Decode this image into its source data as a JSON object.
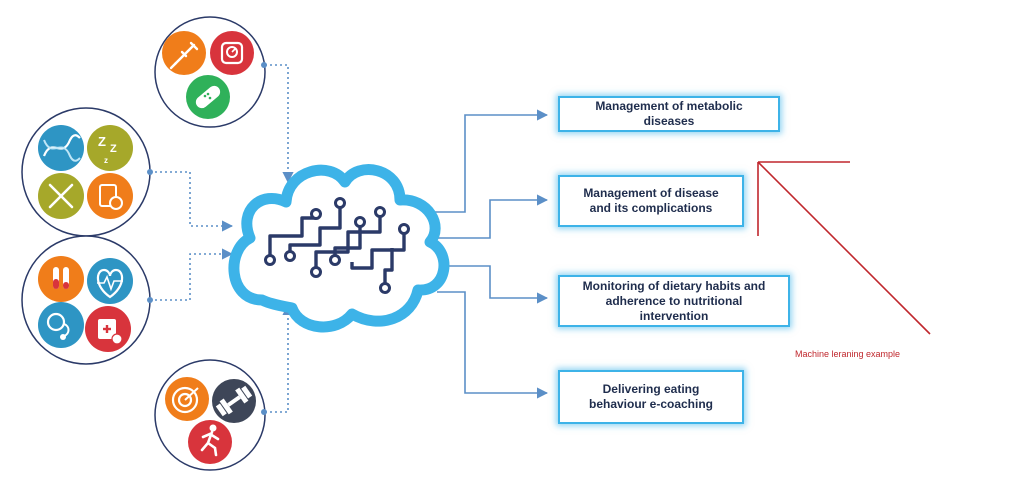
{
  "outcomes": [
    {
      "label": "Management of metabolic diseases"
    },
    {
      "label": "Management of disease and its complications"
    },
    {
      "label": "Monitoring of dietary habits and adherence to nutritional intervention"
    },
    {
      "label": "Delivering eating behaviour e-coaching"
    }
  ],
  "annotation": {
    "text": "Machine leraning example"
  },
  "icon_groups": [
    {
      "icons": [
        "syringe-icon",
        "weighing-scale-icon",
        "bandage-icon"
      ]
    },
    {
      "icons": [
        "dna-icon",
        "sleep-zzz-icon",
        "fork-knife-icon",
        "clipboard-timer-icon"
      ]
    },
    {
      "icons": [
        "test-tubes-icon",
        "heart-rate-icon",
        "blood-pressure-icon",
        "medical-bag-icon"
      ]
    },
    {
      "icons": [
        "target-icon",
        "dumbbell-icon",
        "runner-icon"
      ]
    }
  ],
  "colors": {
    "accent_blue": "#3db3e8",
    "connector_blue": "#5b8fc7",
    "circuit_navy": "#2b3a68",
    "annotation_red": "#c0272d",
    "icon_orange": "#f07d1a",
    "icon_red": "#d8343c",
    "icon_green": "#2fb15a",
    "icon_teal": "#2e95c4",
    "icon_olive": "#a6a82a",
    "icon_navy": "#3e4658"
  }
}
